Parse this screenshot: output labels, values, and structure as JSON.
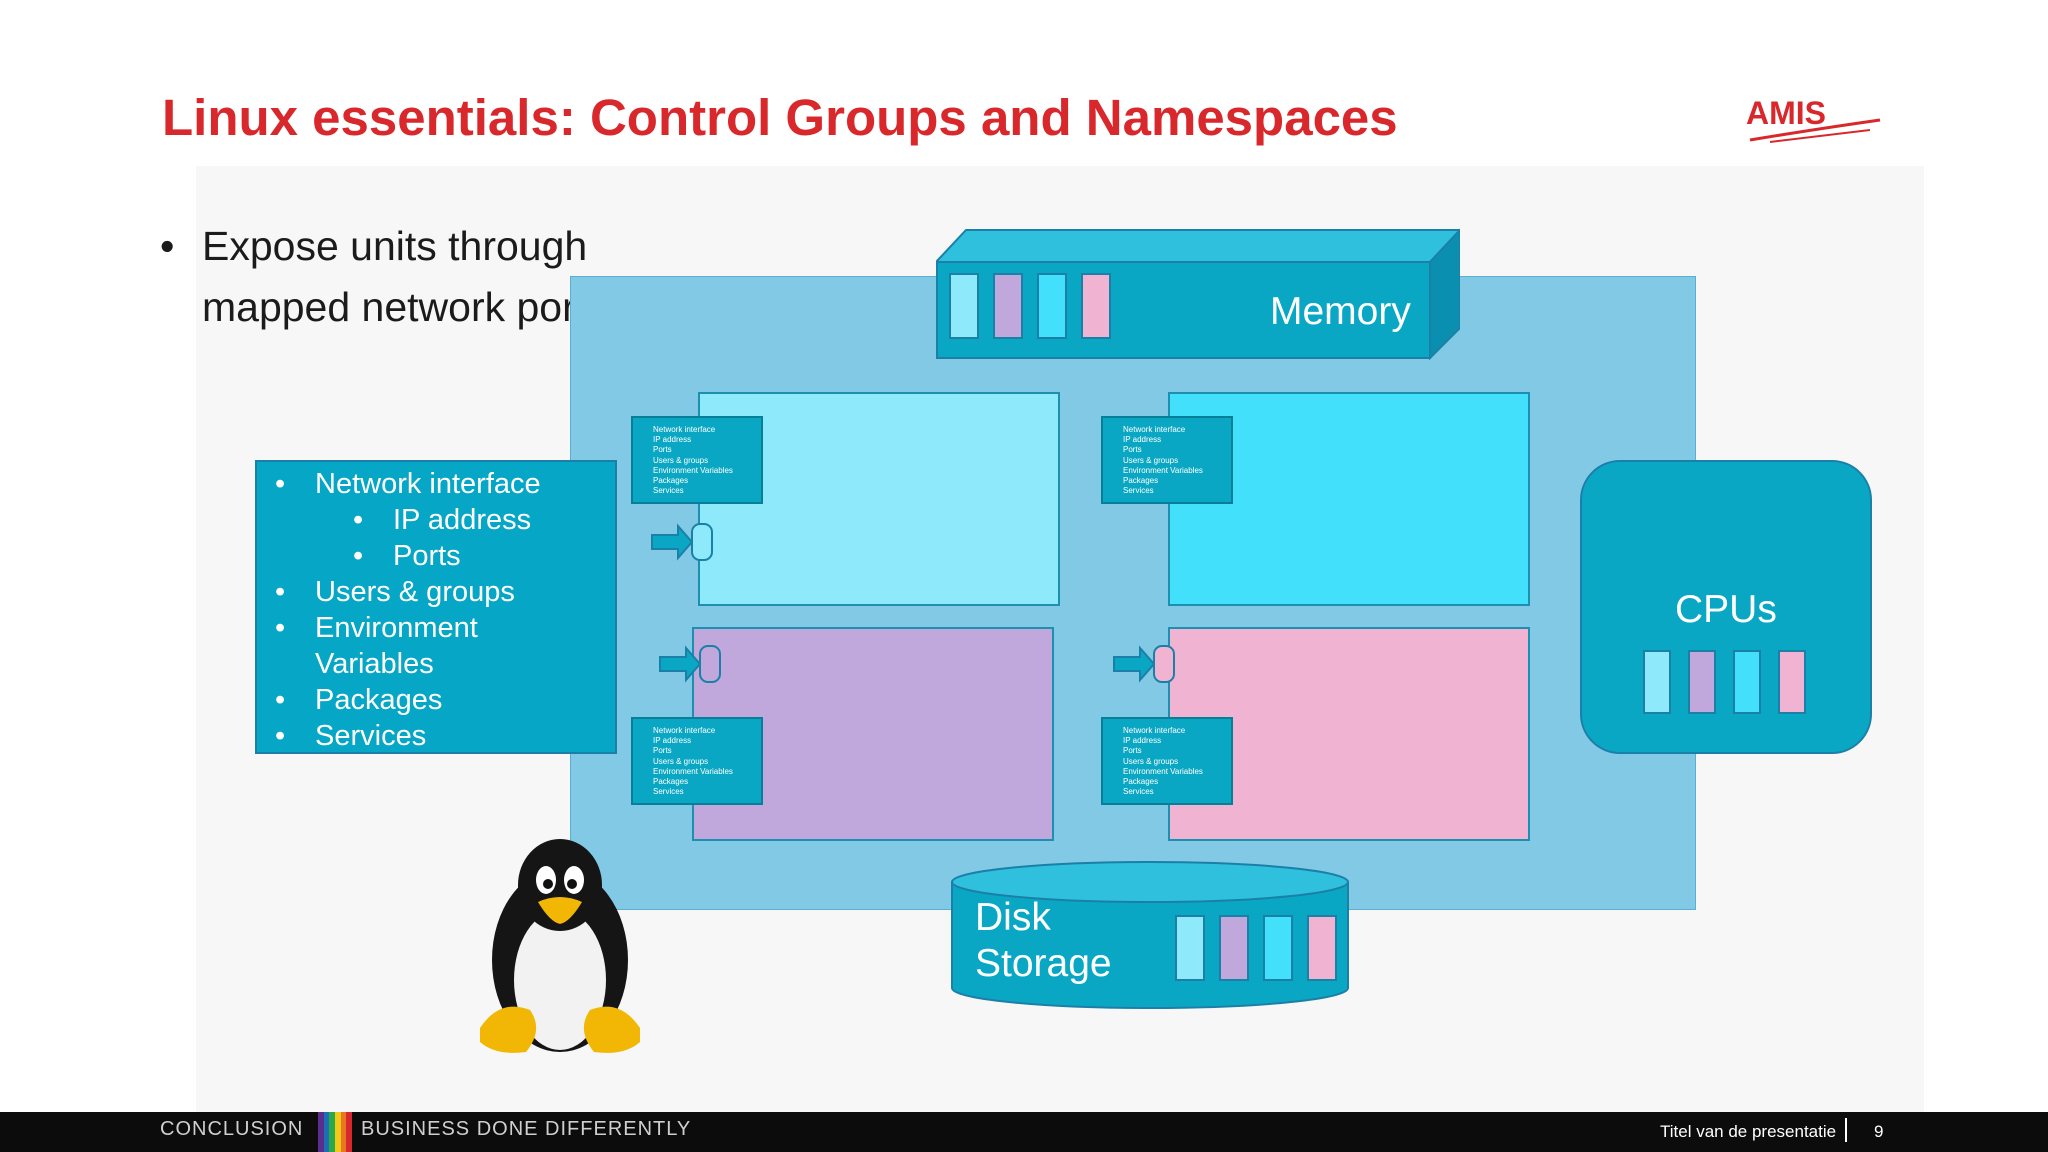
{
  "slide": {
    "title": "Linux essentials: Control Groups and Namespaces",
    "bullet": "Expose units through mapped network ports"
  },
  "logo": {
    "text": "AMIS",
    "color": "#d9282c"
  },
  "diagram": {
    "memory_label": "Memory",
    "cpus_label": "CPUs",
    "disk_label_line1": "Disk",
    "disk_label_line2": "Storage",
    "namespace_list": {
      "items": [
        {
          "text": "Network interface",
          "level": 1
        },
        {
          "text": "IP address",
          "level": 2
        },
        {
          "text": "Ports",
          "level": 2
        },
        {
          "text": "Users & groups",
          "level": 1
        },
        {
          "text": "Environment",
          "level": 1
        },
        {
          "text": "Variables",
          "level": 0
        },
        {
          "text": "Packages",
          "level": 1
        },
        {
          "text": "Services",
          "level": 1
        }
      ]
    },
    "mini_list": [
      "Network interface",
      "IP address",
      "Ports",
      "Users & groups",
      "Environment Variables",
      "Packages",
      "Services"
    ],
    "unit_colors": [
      "#8ee9fb",
      "#c0a8dc",
      "#42e0fb",
      "#f0b4d2"
    ],
    "container_colors": [
      "#8ee9fb",
      "#42e0fb",
      "#c0a8dc",
      "#f0b4d2"
    ]
  },
  "footer": {
    "left_label": "CONCLUSION",
    "tagline": "BUSINESS DONE DIFFERENTLY",
    "presentation_title": "Titel van de presentatie",
    "page_number": "9"
  }
}
